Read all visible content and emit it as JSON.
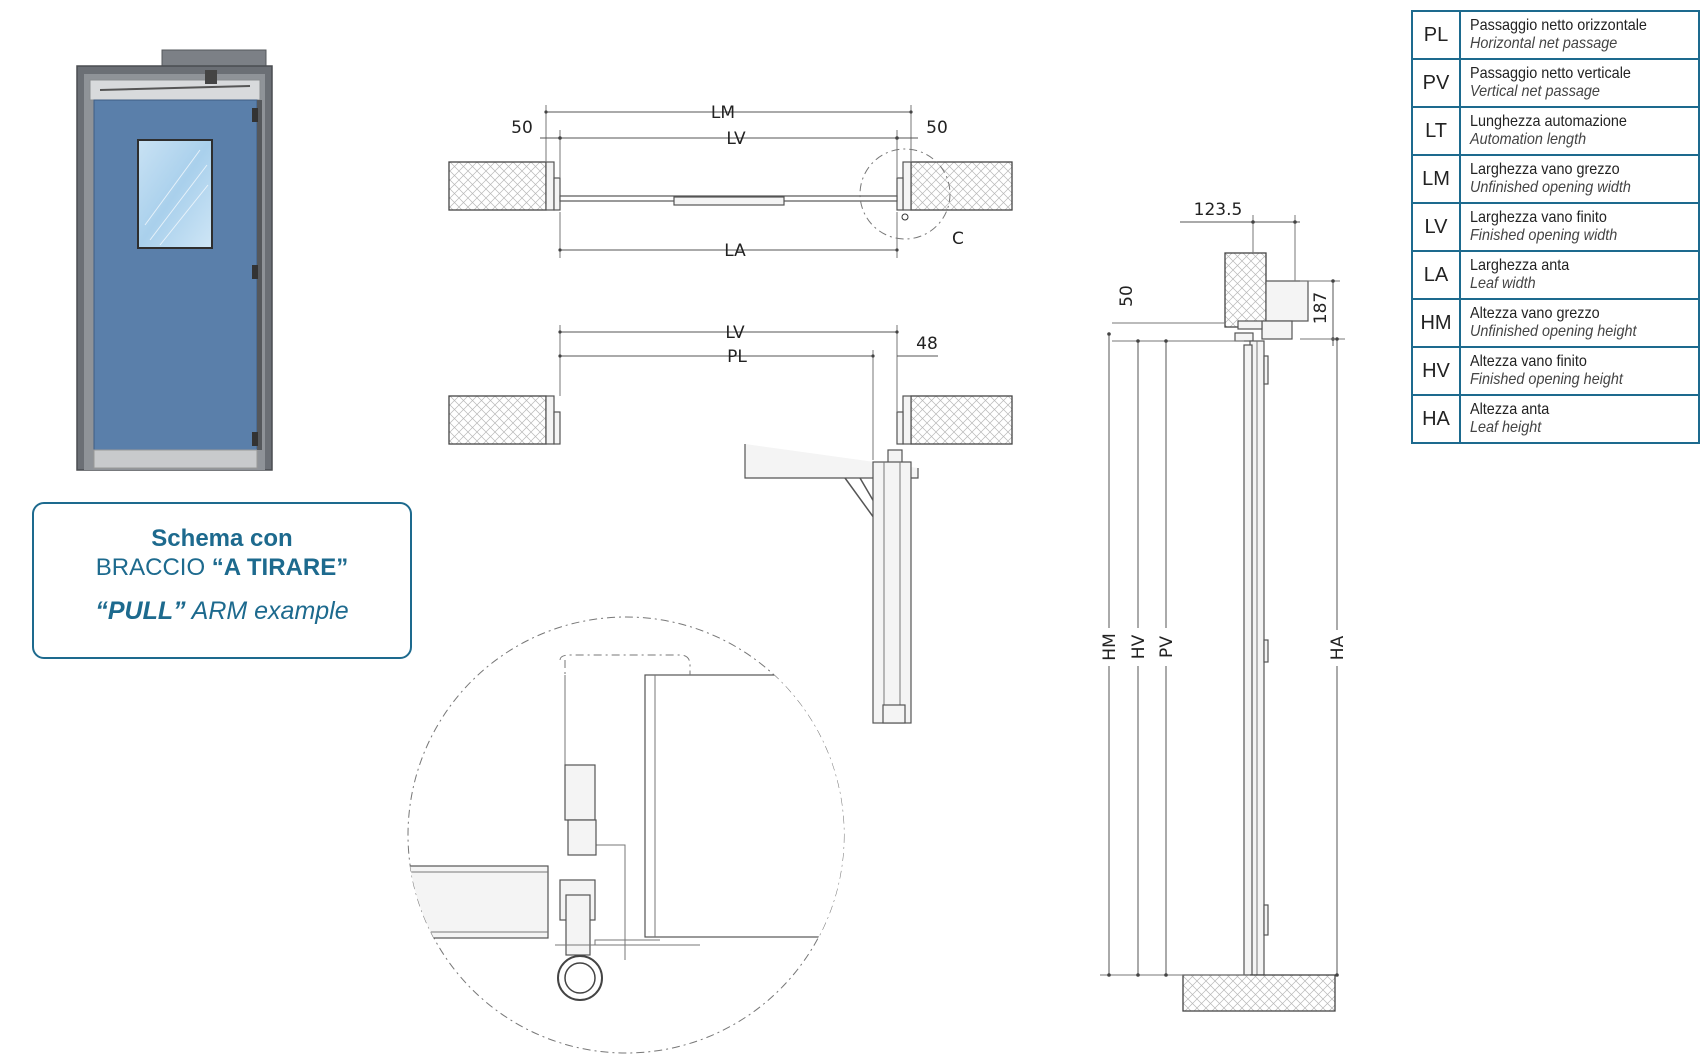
{
  "title": {
    "line1": "Schema con",
    "line2_prefix": "BRACCIO ",
    "line2_bold": "“A TIRARE”",
    "line3_bold": "“PULL”",
    "line3_rest": " ARM example"
  },
  "dimensions": {
    "plan_top": {
      "lm": "LM",
      "lv": "LV",
      "la": "LA",
      "left_offset": "50",
      "right_offset": "50",
      "detail_label": "C"
    },
    "plan_bottom": {
      "lv": "LV",
      "pl": "PL",
      "offset": "48"
    },
    "section": {
      "depth": "123.5",
      "top_gap": "50",
      "head_height": "187",
      "hm": "HM",
      "hv": "HV",
      "pv": "PV",
      "ha": "HA"
    }
  },
  "legend": [
    {
      "code": "PL",
      "it": "Passaggio netto orizzontale",
      "en": "Horizontal net passage"
    },
    {
      "code": "PV",
      "it": "Passaggio netto verticale",
      "en": "Vertical net passage"
    },
    {
      "code": "LT",
      "it": "Lunghezza automazione",
      "en": "Automation length"
    },
    {
      "code": "LM",
      "it": "Larghezza vano grezzo",
      "en": "Unfinished opening width"
    },
    {
      "code": "LV",
      "it": "Larghezza vano finito",
      "en": "Finished opening width"
    },
    {
      "code": "LA",
      "it": "Larghezza anta",
      "en": "Leaf width"
    },
    {
      "code": "HM",
      "it": "Altezza vano grezzo",
      "en": "Unfinished opening height"
    },
    {
      "code": "HV",
      "it": "Altezza vano finito",
      "en": "Finished opening height"
    },
    {
      "code": "HA",
      "it": "Altezza anta",
      "en": "Leaf height"
    }
  ],
  "colors": {
    "accent": "#1d6a8e",
    "door_panel": "#5a7faa",
    "frame": "#6b6f75"
  }
}
